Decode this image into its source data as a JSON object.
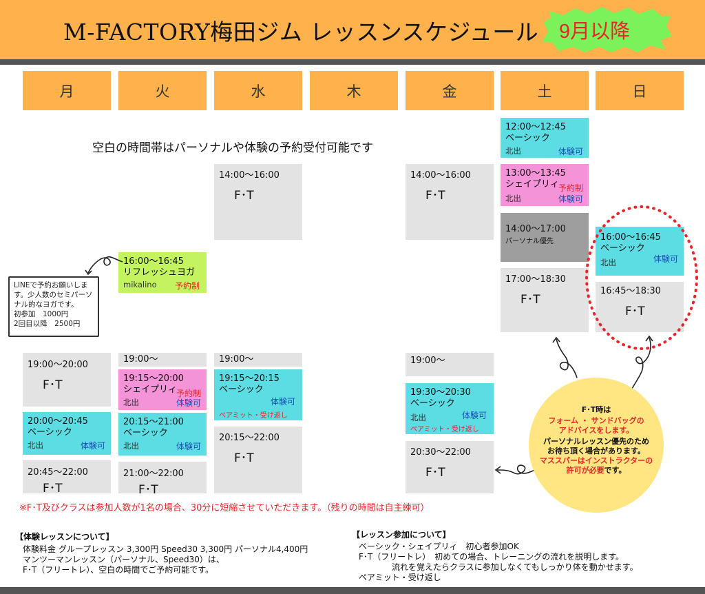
{
  "header": {
    "title": "M-FACTORY梅田ジム レッスンスケジュール",
    "badge": "9月以降"
  },
  "days": [
    "月",
    "火",
    "水",
    "木",
    "金",
    "土",
    "日"
  ],
  "notice": "空白の時間帯はパーソナルや体験の予約受付可能です",
  "slots": {
    "sat_1200": {
      "time": "12:00〜12:45",
      "name": "ベーシック",
      "instructor": "北出",
      "trial": "体験可"
    },
    "sat_1300": {
      "time": "13:00〜13:45",
      "name": "シェイプリィ",
      "instructor": "北出",
      "trial": "体験可",
      "reserve": "予約制"
    },
    "sat_1400": {
      "time": "14:00〜17:00",
      "name": "パーソナル優先"
    },
    "sat_1700": {
      "time": "17:00〜18:30",
      "name": "F･T"
    },
    "wed_1400": {
      "time": "14:00〜16:00",
      "name": "F･T"
    },
    "fri_1400": {
      "time": "14:00〜16:00",
      "name": "F･T"
    },
    "sun_1600": {
      "time": "16:00〜16:45",
      "name": "ベーシック",
      "instructor": "北出",
      "trial": "体験可"
    },
    "sun_1645": {
      "time": "16:45〜18:30",
      "name": "F･T"
    },
    "tue_1600": {
      "time": "16:00〜16:45",
      "name": "リフレッシュヨガ",
      "instructor": "mikalino",
      "reserve": "予約制"
    },
    "mon_1900": {
      "time": "19:00〜20:00",
      "name": "F･T"
    },
    "mon_2000": {
      "time": "20:00〜20:45",
      "name": "ベーシック",
      "instructor": "北出",
      "trial": "体験可"
    },
    "mon_2045": {
      "time": "20:45〜22:00",
      "name": "F･T"
    },
    "tue_1900": {
      "time": "19:00〜"
    },
    "tue_1915": {
      "time": "19:15〜20:00",
      "name": "シェイプリィ",
      "instructor": "北出",
      "trial": "体験可",
      "reserve": "予約制"
    },
    "tue_2015": {
      "time": "20:15〜21:00",
      "name": "ベーシック",
      "instructor": "北出",
      "trial": "体験可"
    },
    "tue_2100": {
      "time": "21:00〜22:00",
      "name": "F･T"
    },
    "wed_1900": {
      "time": "19:00〜"
    },
    "wed_1915": {
      "time": "19:15〜20:15",
      "name": "ベーシック",
      "trial": "体験可",
      "note": "ペアミット・受け返し"
    },
    "wed_2015": {
      "time": "20:15〜22:00",
      "name": "F･T"
    },
    "fri_1900": {
      "time": "19:00〜"
    },
    "fri_1930": {
      "time": "19:30〜20:30",
      "name": "ベーシック",
      "instructor": "北出",
      "trial": "体験可",
      "note": "ペアミット・受け返し"
    },
    "fri_2030": {
      "time": "20:30〜22:00",
      "name": "F･T"
    }
  },
  "line_note": [
    "LINEで予約お願いしま",
    "す。少人数のセミパーソ",
    "ナル的なヨガです。",
    "初参加　1000円",
    "2回目以降　2500円"
  ],
  "ft_note": {
    "l1": "F･T時は",
    "l2": "フォーム ・ サンドバッグの",
    "l3": "アドバイスをします。",
    "l4": "パーソナルレッスン優先のため",
    "l5": "お待ち頂く場合があります。",
    "l6": "マススパーはインストラクターの",
    "l7a": "許可が必要",
    "l7b": "です。"
  },
  "footer": {
    "red_note": "※F･T及びクラスは参加人数が1名の場合、30分に短縮させていただきます。（残りの時間は自主練可）",
    "trial_heading": "【体験レッスンについて】",
    "trial_lines": [
      "体験料金 グループレッスン 3,300円 Speed30 3,300円 パーソナル4,400円",
      "マンツーマンレッスン（パーソナル、Speed30）は、",
      "F･T（フリートレ）、空白の時間でご予約可能です。"
    ],
    "join_heading": "【レッスン参加について】",
    "join_lines": [
      "ベーシック・シェイプリィ　初心者参加OK",
      "F･T（フリートレ）　初めての場合、トレーニングの流れを説明します。",
      "　　　　流れを覚えたらクラスに参加しなくてもしっかり体を動かせます。",
      "ペアミット・受け返し"
    ]
  },
  "colors": {
    "header": "#ffb24c",
    "cyan": "#5bdde3",
    "pink": "#f593d8",
    "lime": "#c3f45f",
    "gray": "#e3e3e3",
    "dark": "#9e9e9e",
    "badge": "#7cf25a",
    "red": "#e8262a",
    "note_circle": "#ffe682"
  }
}
